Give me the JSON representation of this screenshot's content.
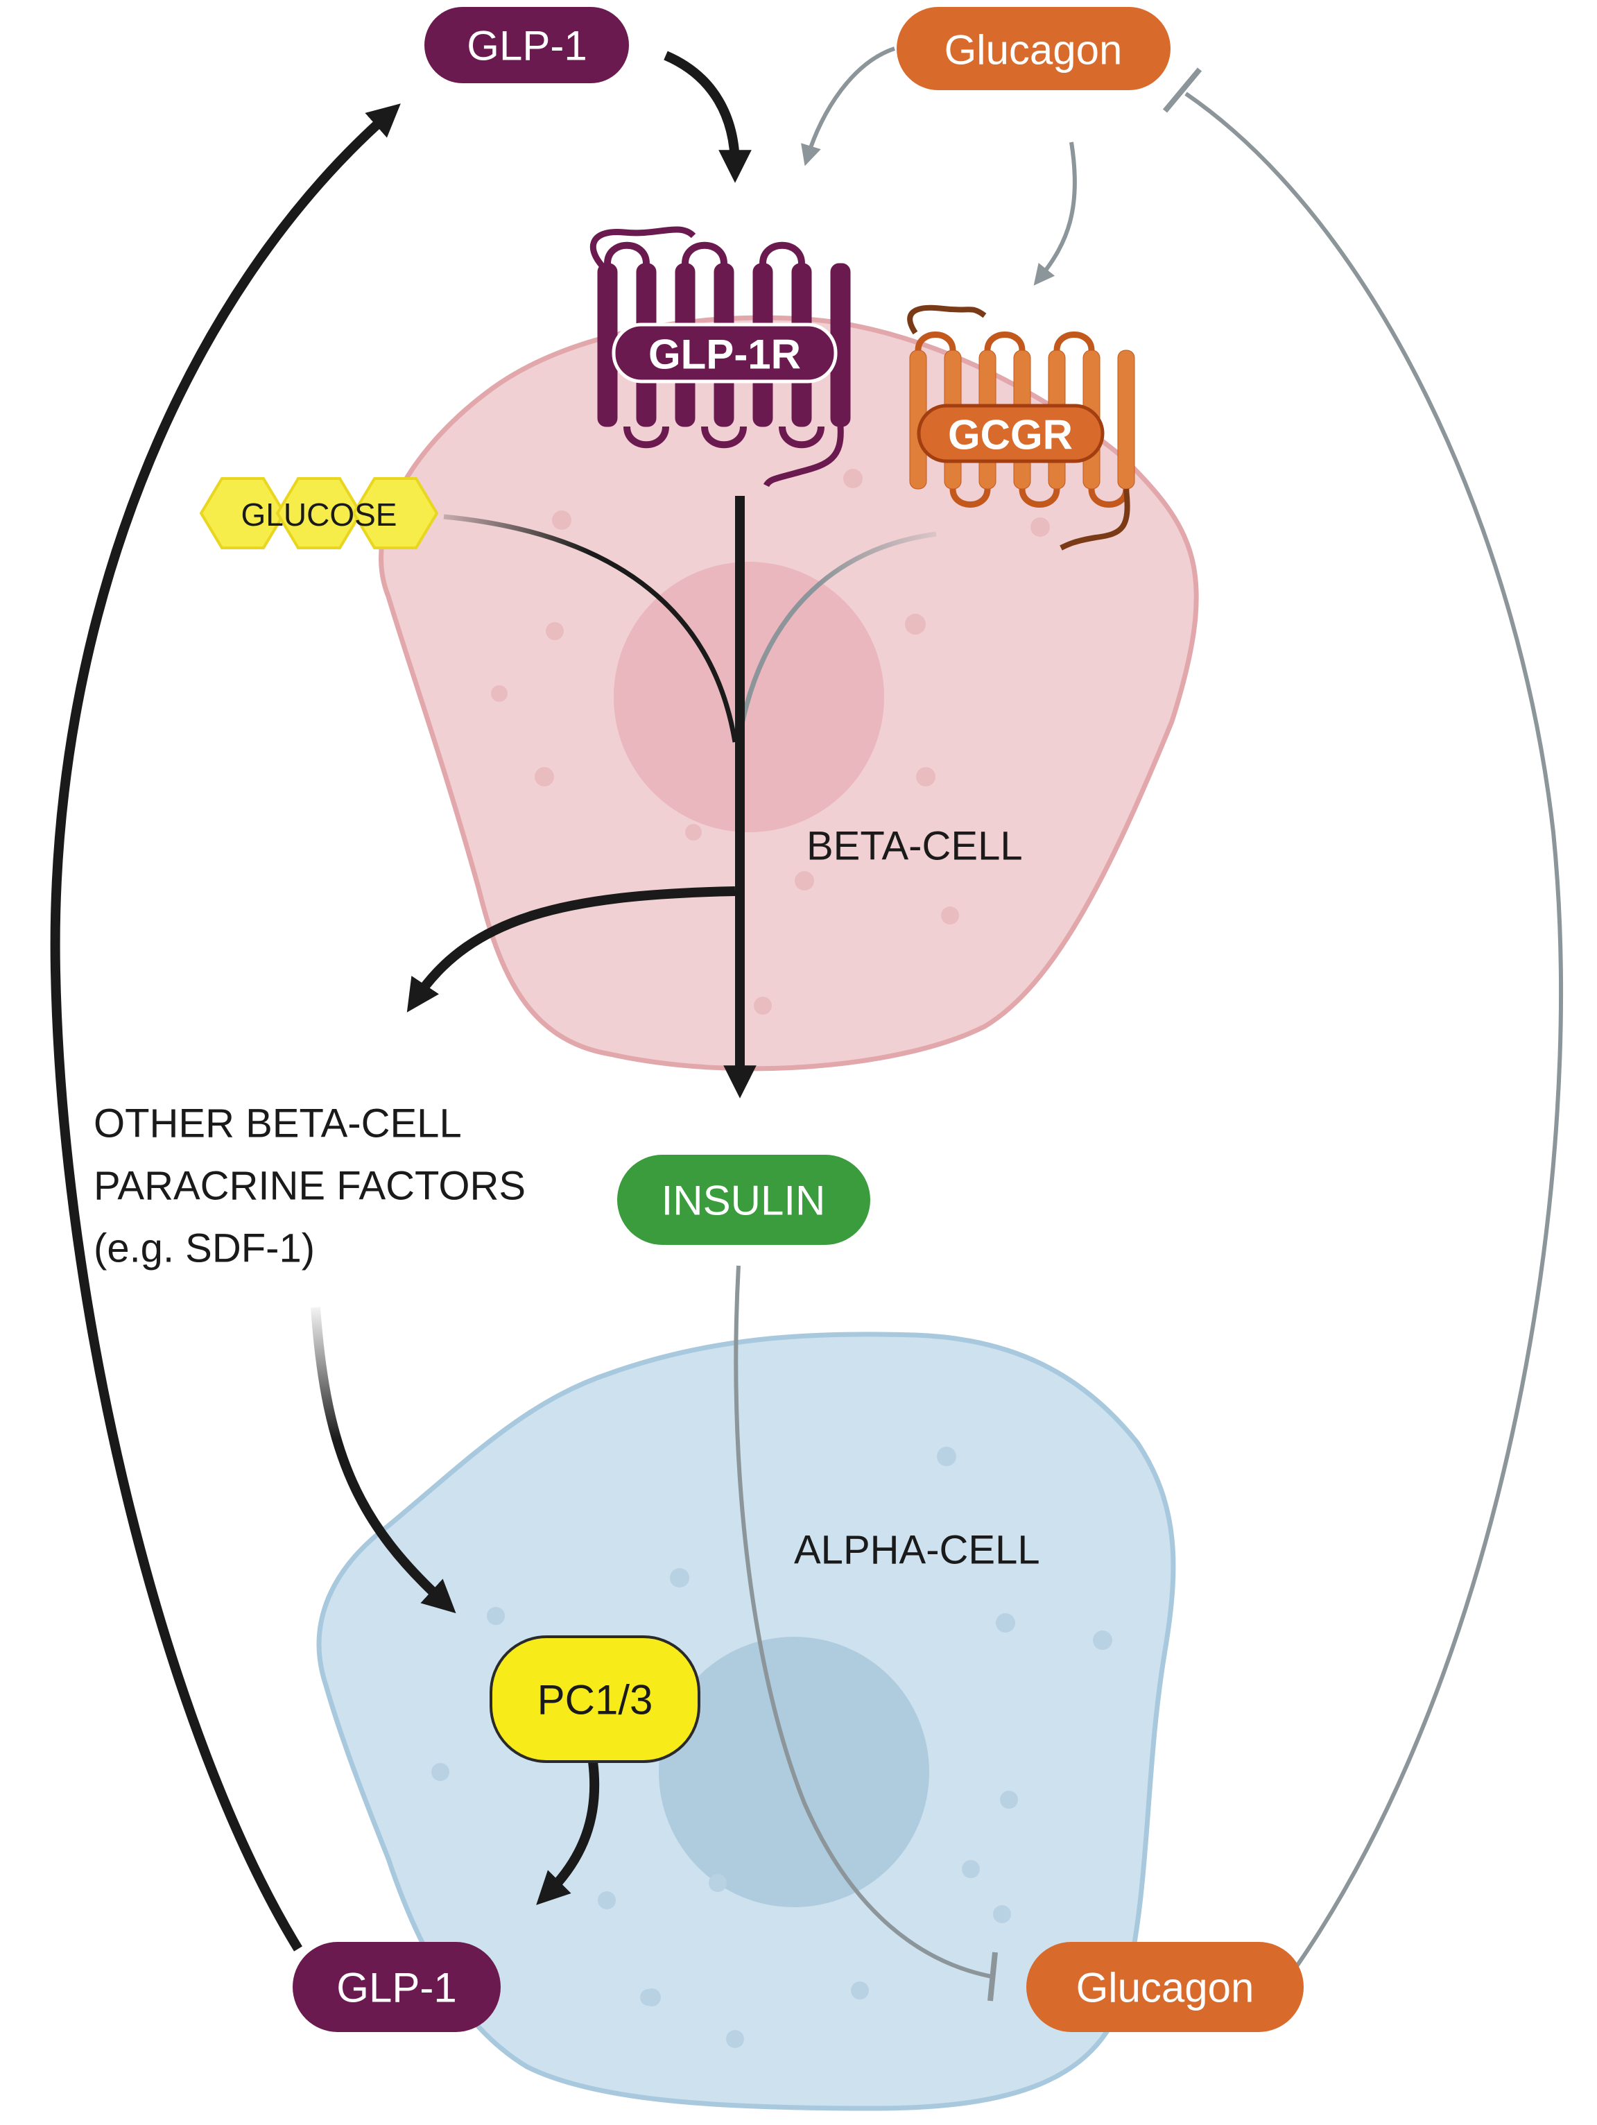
{
  "labels": {
    "glp1_top": "GLP-1",
    "glucagon_top": "Glucagon",
    "glp1r": "GLP-1R",
    "gcgr": "GCGR",
    "glucose": "GLUCOSE",
    "beta_cell": "BETA-CELL",
    "paracrine_line1": "OTHER BETA-CELL",
    "paracrine_line2": "PARACRINE FACTORS",
    "paracrine_line3": "(e.g. SDF-1)",
    "insulin": "INSULIN",
    "alpha_cell": "ALPHA-CELL",
    "pc13": "PC1/3",
    "glp1_bottom": "GLP-1",
    "glucagon_bottom": "Glucagon"
  },
  "colors": {
    "glp1": "#6b1a4f",
    "glucagon": "#d86a2c",
    "insulin": "#3a9c3c",
    "pc13": "#f7ec1a",
    "glucose": "#f6ec4a",
    "beta_cell_fill": "#f1d0d3",
    "beta_cell_stroke": "#e2a7ab",
    "alpha_cell_fill": "#cde1ef",
    "alpha_cell_stroke": "#a8c8de",
    "arrow_dark": "#1a1a1a",
    "arrow_gray": "#8c9599"
  }
}
